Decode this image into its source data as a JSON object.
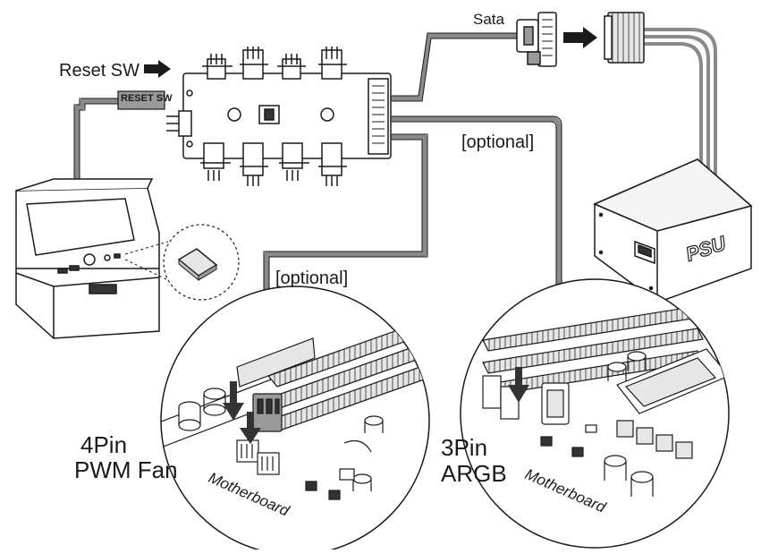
{
  "labels": {
    "reset_sw": "Reset SW",
    "reset_sw_tag": "RESET SW",
    "sata": "Sata",
    "optional_top": "[optional]",
    "optional_bottom": "[optional]",
    "psu": "PSU",
    "fan_line1": "4Pin",
    "fan_line2": "PWM Fan",
    "argb_line1": "3Pin",
    "argb_line2": "ARGB",
    "motherboard_left": "Motherboard",
    "motherboard_right": "Motherboard"
  },
  "colors": {
    "line": "#1a1a1a",
    "cable": "#8a8a8a",
    "fill_light": "#e6e6e6",
    "fill_mid": "#bdbdbd",
    "fill_dark": "#333333"
  },
  "icons": [
    "arrow-right-icon",
    "cable-connector-icon"
  ]
}
